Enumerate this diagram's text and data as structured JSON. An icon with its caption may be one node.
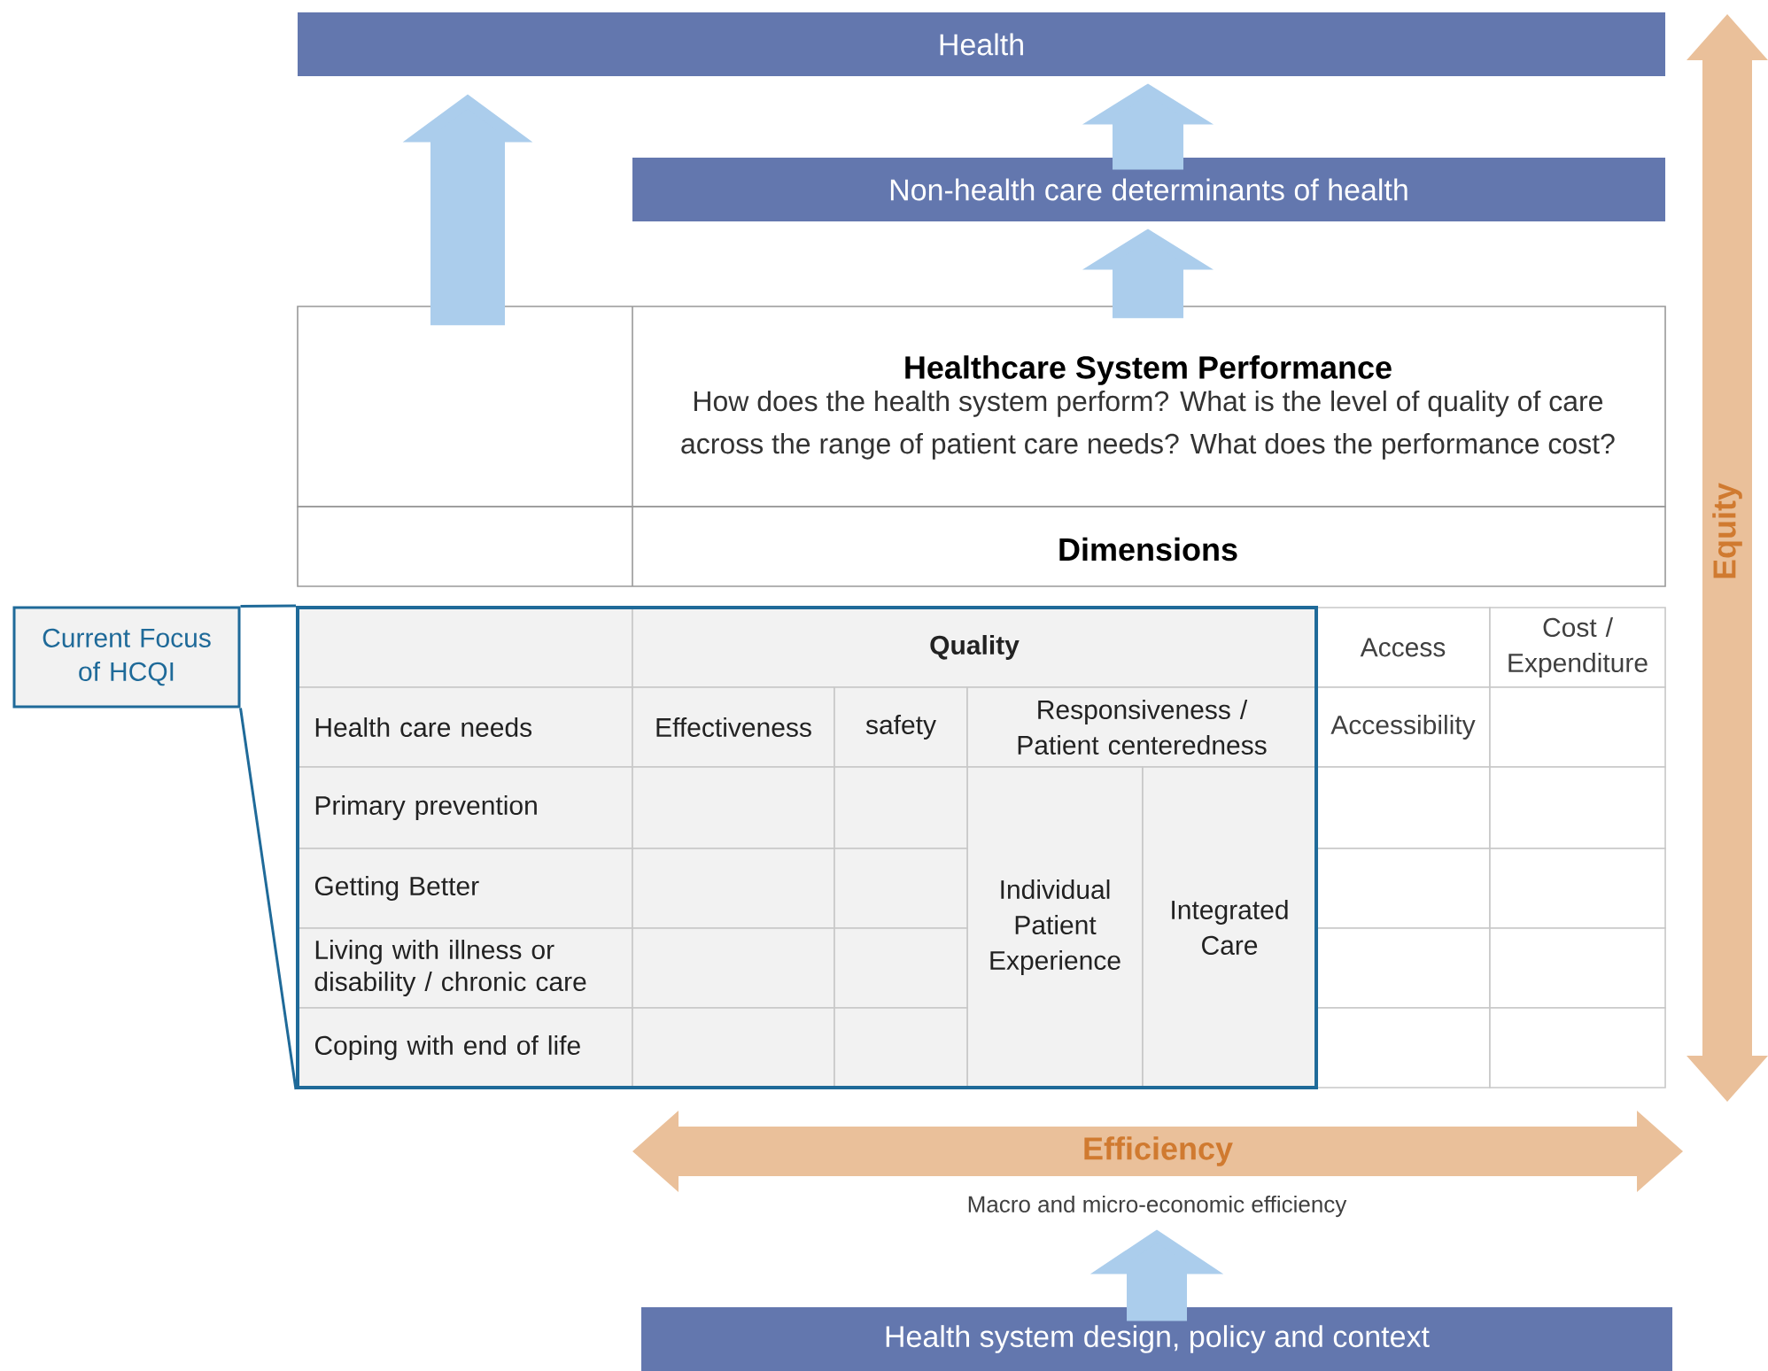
{
  "diagram": {
    "nodes": [
      {
        "text": [
          "Health"
        ]
      },
      {
        "text": [
          "Non-health care determinants of health"
        ]
      },
      {
        "text": [
          "Healthcare System Performance",
          "How does the health system perform? What is the level of quality of care across the range of patient care needs? What does the performance cost?"
        ]
      },
      {
        "text": [
          "Dimensions"
        ]
      },
      {
        "text": [
          "Current Focus of HCQI"
        ]
      },
      {
        "text": [],
        "shape": "box"
      },
      {
        "text": [
          "Efficiency"
        ],
        "beside": [
          "Macro and micro-economic efficiency"
        ]
      },
      {
        "text": [
          "Equity"
        ]
      },
      {
        "text": [
          "Health system design, policy and context"
        ]
      }
    ],
    "edges": [
      {
        "from": 2,
        "to": 0,
        "arrow": "to"
      },
      {
        "from": 2,
        "to": 1,
        "arrow": "to"
      },
      {
        "from": 1,
        "to": 0,
        "arrow": "to"
      },
      {
        "from": 8,
        "to": 6,
        "arrow": "to"
      },
      {
        "from": 4,
        "to": 5,
        "arrow": "none",
        "color": "#1f6a99"
      }
    ],
    "labels": [
      "Quality",
      "Access",
      "Cost / Expenditure",
      "Health care needs",
      "Effectiveness",
      "safety",
      "Responsiveness / Patient centeredness",
      "Accessibility",
      "Primary prevention",
      "Individual Patient Experience",
      "Integrated Care",
      "Getting Better",
      "Living with illness or disability / chronic care",
      "Coping with end of life"
    ]
  }
}
